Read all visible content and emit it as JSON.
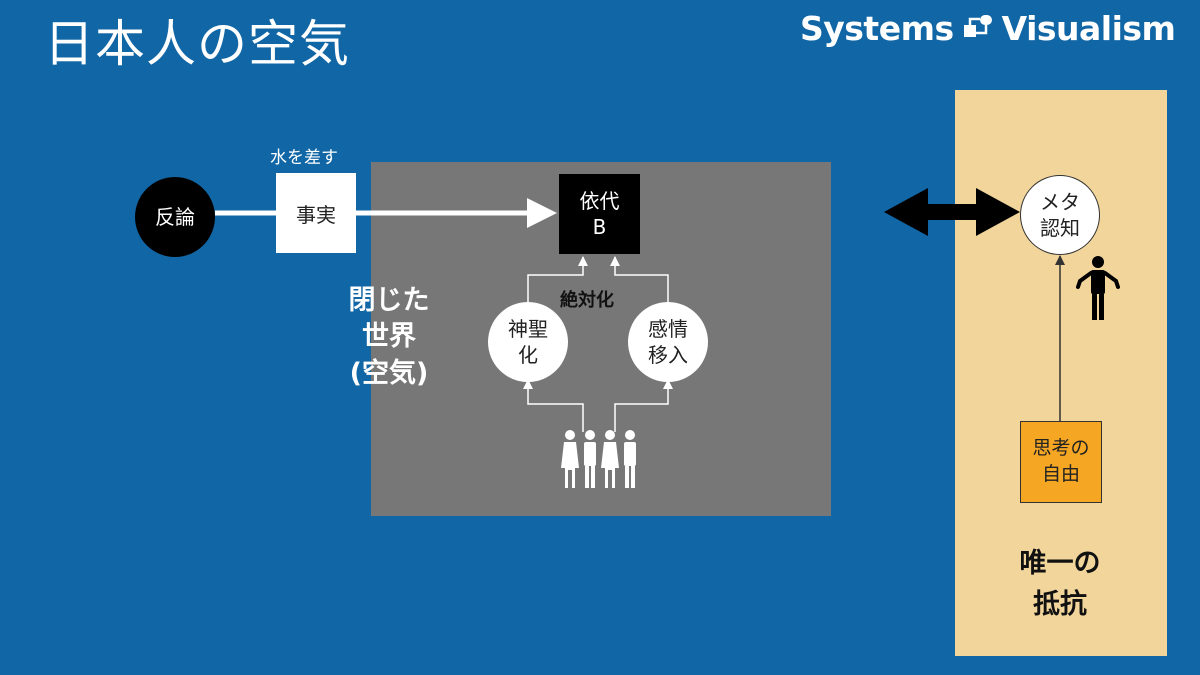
{
  "title": "日本人の空気",
  "brand": {
    "left": "Systems",
    "right": "Visualism"
  },
  "rebuttal": "反論",
  "water_label": "水を差す",
  "fact": "事実",
  "yorishiro": {
    "line1": "依代",
    "line2": "B"
  },
  "absolutize": "絶対化",
  "deify": {
    "line1": "神聖",
    "line2": "化"
  },
  "empathy": {
    "line1": "感情",
    "line2": "移入"
  },
  "closed_world": {
    "line1": "閉じた",
    "line2": "世界",
    "line3": "(空気)"
  },
  "metacognition": {
    "line1": "メタ",
    "line2": "認知"
  },
  "freedom": {
    "line1": "思考の",
    "line2": "自由"
  },
  "resistance": {
    "line1": "唯一の",
    "line2": "抵抗"
  },
  "colors": {
    "background": "#1166a6",
    "closed_world": "#777777",
    "resist_panel": "#f2d59b",
    "freedom_box": "#f5a623"
  }
}
